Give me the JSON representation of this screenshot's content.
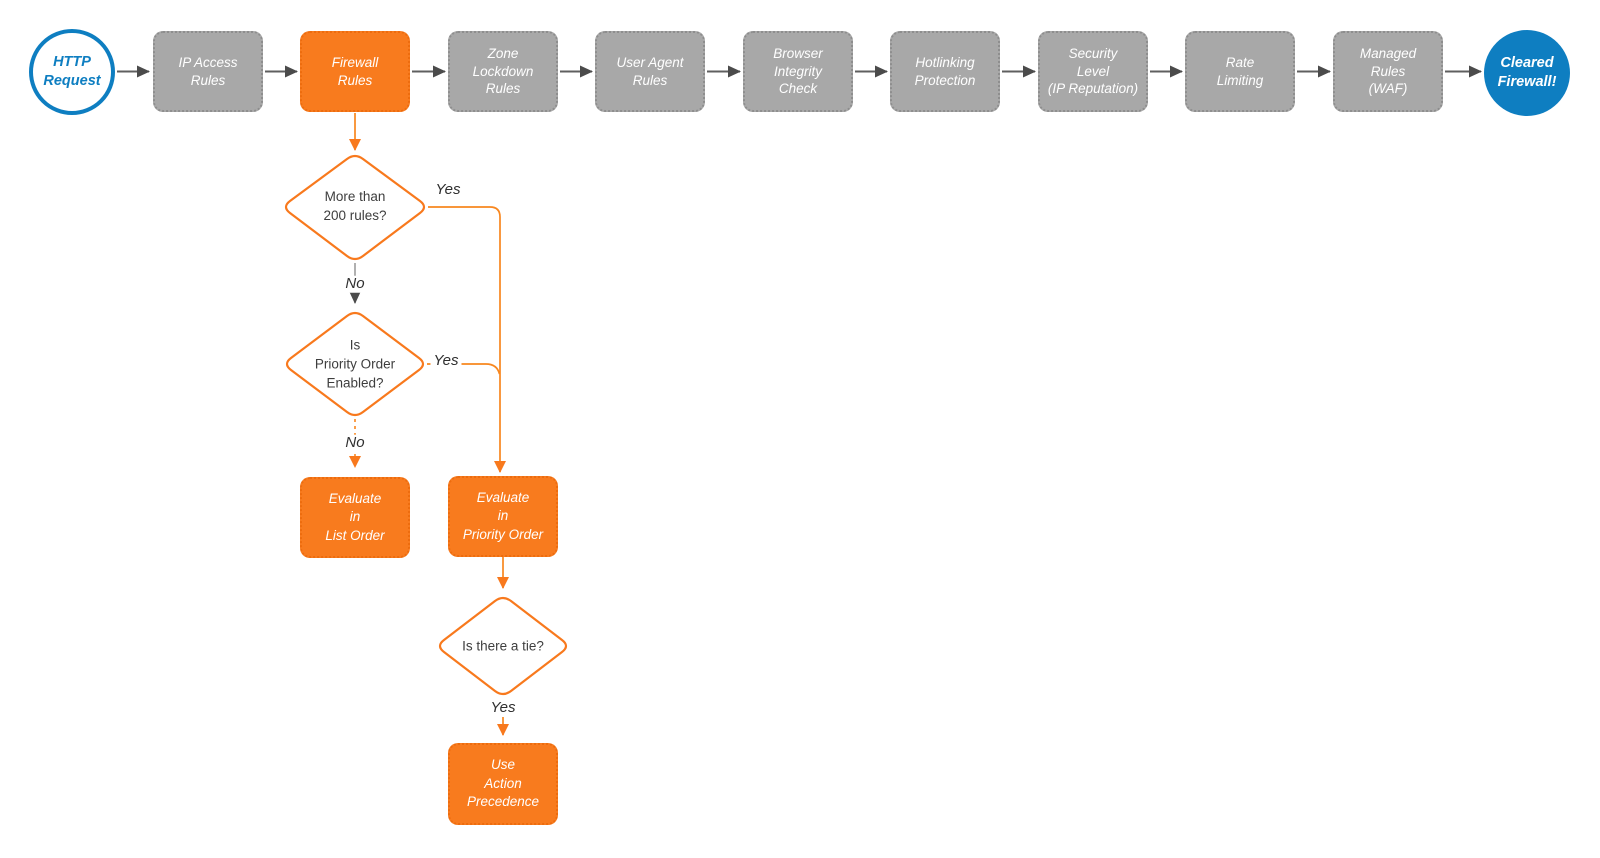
{
  "colors": {
    "accent_orange": "#f87b1e",
    "pipeline_gray": "#a8a8a8",
    "terminal_blue": "#0e7ec1",
    "connector_dark": "#5f5f5f"
  },
  "start_node": {
    "label": "HTTP\nRequest"
  },
  "pipeline": {
    "steps": [
      {
        "label": "IP Access\nRules",
        "highlighted": false
      },
      {
        "label": "Firewall\nRules",
        "highlighted": true
      },
      {
        "label": "Zone\nLockdown\nRules",
        "highlighted": false
      },
      {
        "label": "User Agent\nRules",
        "highlighted": false
      },
      {
        "label": "Browser\nIntegrity\nCheck",
        "highlighted": false
      },
      {
        "label": "Hotlinking\nProtection",
        "highlighted": false
      },
      {
        "label": "Security\nLevel\n(IP Reputation)",
        "highlighted": false
      },
      {
        "label": "Rate\nLimiting",
        "highlighted": false
      },
      {
        "label": "Managed\nRules\n(WAF)",
        "highlighted": false
      }
    ]
  },
  "end_node": {
    "label": "Cleared\nFirewall!"
  },
  "decisions": {
    "more_than_200": {
      "question": "More than\n200 rules?",
      "yes_label": "Yes",
      "no_label": "No"
    },
    "priority_enabled": {
      "question": "Is\nPriority Order\nEnabled?",
      "yes_label": "Yes",
      "no_label": "No"
    },
    "tie": {
      "question": "Is there a tie?",
      "yes_label": "Yes"
    }
  },
  "actions": {
    "list_order": {
      "label": "Evaluate\nin\nList Order"
    },
    "priority_order": {
      "label": "Evaluate\nin\nPriority Order"
    },
    "action_precedence": {
      "label": "Use\nAction\nPrecedence"
    }
  }
}
